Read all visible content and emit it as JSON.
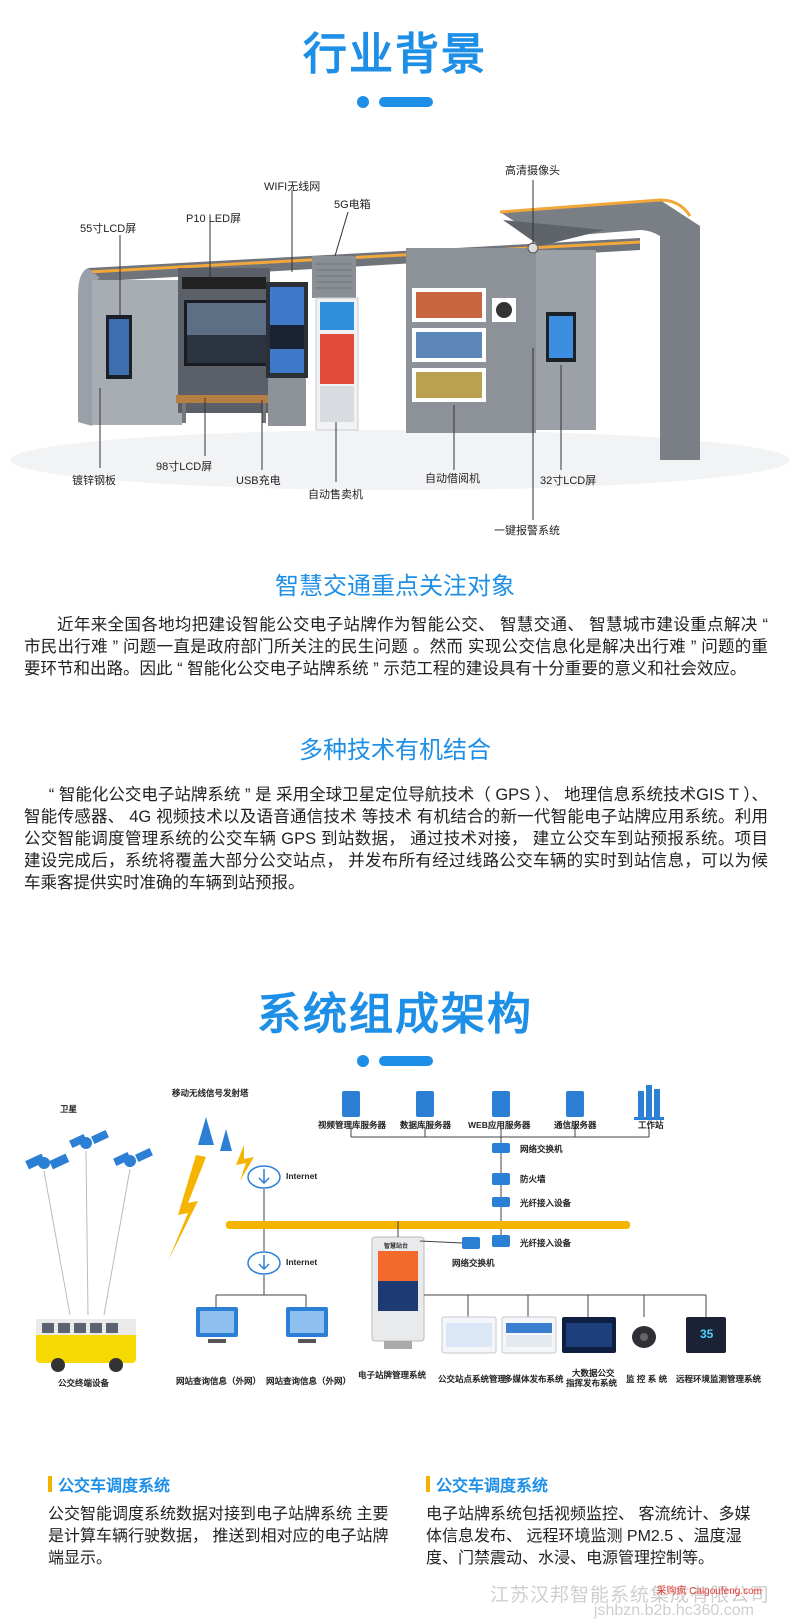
{
  "section1": {
    "title": "行业背景",
    "shelter_labels": {
      "camera": "高清摄像头",
      "wifi": "WIFI无线网",
      "box5g": "5G电箱",
      "p10led": "P10 LED屏",
      "lcd55": "55寸LCD屏",
      "steel": "镀锌钢板",
      "lcd98": "98寸LCD屏",
      "usb": "USB充电",
      "vending": "自动售卖机",
      "library": "自动借阅机",
      "lcd32": "32寸LCD屏",
      "alarm": "一键报警系统"
    },
    "subhead1": "智慧交通重点关注对象",
    "para1": "近年来全国各地均把建设智能公交电子站牌作为智能公交、 智慧交通、 智慧城市建设重点解决 “ 市民出行难 ” 问题一直是政府部门所关注的民生问题 。然而 实现公交信息化是解决出行难 ” 问题的重要环节和出路。因此 “ 智能化公交电子站牌系统 ” 示范工程的建设具有十分重要的意义和社会效应。",
    "subhead2": "多种技术有机结合",
    "para2": "“ 智能化公交电子站牌系统 ” 是 采用全球卫星定位导航技术（ GPS ）、 地理信息系统技术GIS T ）、智能传感器、 4G 视频技术以及语音通信技术 等技术 有机结合的新一代智能电子站牌应用系统。利用公交智能调度管理系统的公交车辆 GPS 到站数据， 通过技术对接， 建立公交车到站预报系统。项目建设完成后，系统将覆盖大部分公交站点， 并发布所有经过线路公交车辆的实时到站信息，可以为候车乘客提供实时准确的车辆到站预报。"
  },
  "section2": {
    "title": "系统组成架构",
    "diagram_labels": {
      "satellite": "卫星",
      "tower": "移动无线信号发射塔",
      "internet_top": "Internet",
      "internet_bottom": "Internet",
      "bus": "公交终端设备",
      "web_query_1": "网站查询信息（外网）",
      "web_query_2": "网站查询信息（外网）",
      "video_server": "视频管理库服务器",
      "db_server": "数据库服务器",
      "web_server": "WEB应用服务器",
      "comm_server": "通信服务器",
      "workstation": "工作站",
      "switch_top": "网络交换机",
      "firewall": "防火墙",
      "fiber_top": "光纤接入设备",
      "fiber_bottom": "光纤接入设备",
      "switch_bottom": "网络交换机",
      "eboard": "电子站牌管理系统",
      "board_screen_title": "智慧站台",
      "bus_stop_mgmt": "公交站点系统管理",
      "media": "多媒体发布系统",
      "bigdata_1": "大数据公交",
      "bigdata_2": "指挥发布系统",
      "monitor": "监 控 系 统",
      "env": "远程环境监测管理系统",
      "env_value": "35"
    },
    "col_left": {
      "head": "公交车调度系统",
      "body": "公交智能调度系统数据对接到电子站牌系统 主要是计算车辆行驶数据， 推送到相对应的电子站牌端显示。"
    },
    "col_right": {
      "head": "公交车调度系统",
      "body": "电子站牌系统包括视频监控、 客流统计、多媒体信息发布、 远程环境监测 PM2.5 、温度湿度、门禁震动、水浸、电源管理控制等。"
    }
  },
  "watermark": {
    "company": "江苏汉邦智能系统集成有限公司",
    "url": "jshbzn.b2b.hc360.com",
    "site": "采购疯 Caigoufeng.com"
  },
  "colors": {
    "accent": "#1e8fe6",
    "highlight": "#f0b400",
    "shelter_gray": "#8d9299"
  }
}
